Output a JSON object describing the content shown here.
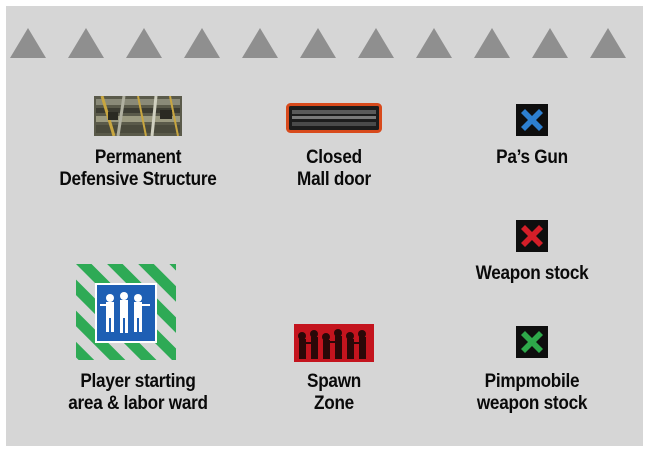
{
  "colors": {
    "background": "#d6d6d6",
    "border_triangles": "#8f8f8f",
    "mall_door_frame": "#d84a1c",
    "pa_gun_x": "#2d7fd0",
    "weapon_stock_x": "#d41e28",
    "pimpmobile_x": "#2ea84a",
    "spawn_zone": "#c4141e",
    "starting_area_stripes": "#2eaa55"
  },
  "legend": {
    "permanent_defensive_structure": {
      "line1": "Permanent",
      "line2": "Defensive Structure",
      "icon": "barricade-icon"
    },
    "closed_mall_door": {
      "line1": "Closed",
      "line2": "Mall door",
      "icon": "mall-door-icon"
    },
    "pas_gun": {
      "line1": "Pa’s Gun",
      "icon": "blue-x-icon"
    },
    "weapon_stock": {
      "line1": "Weapon stock",
      "icon": "red-x-icon"
    },
    "player_starting_area": {
      "line1": "Player starting",
      "line2": "area & labor ward",
      "icon": "survivors-icon"
    },
    "spawn_zone": {
      "line1": "Spawn",
      "line2": "Zone",
      "icon": "zombie-horde-icon"
    },
    "pimpmobile_weapon_stock": {
      "line1": "Pimpmobile",
      "line2": "weapon stock",
      "icon": "green-x-icon"
    }
  }
}
